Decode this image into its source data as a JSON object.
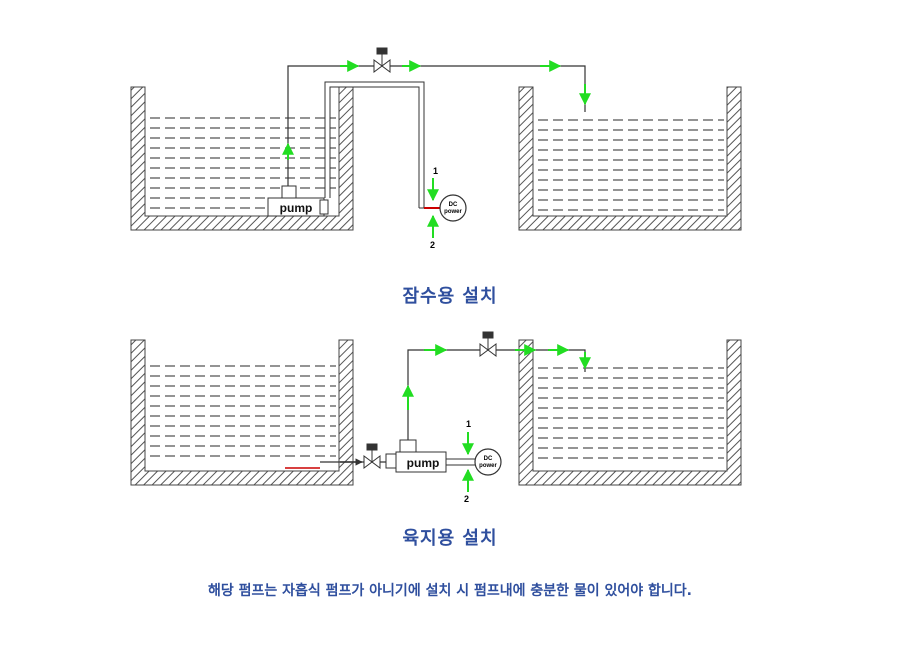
{
  "diagram1": {
    "pump_label": "pump",
    "power_label_line1": "DC",
    "power_label_line2": "power",
    "wire1_label": "1",
    "wire2_label": "2",
    "caption": "잠수용 설치"
  },
  "diagram2": {
    "pump_label": "pump",
    "power_label_line1": "DC",
    "power_label_line2": "power",
    "wire1_label": "1",
    "wire2_label": "2",
    "caption": "육지용 설치"
  },
  "note": "해당 펌프는 자흡식 펌프가 아니기에 설치 시 펌프내에 충분한 물이 있어야 합니다.",
  "colors": {
    "arrow": "#22dd22",
    "caption": "#2f4f9e",
    "hatch": "#555555",
    "wire_red": "#cc0000"
  }
}
